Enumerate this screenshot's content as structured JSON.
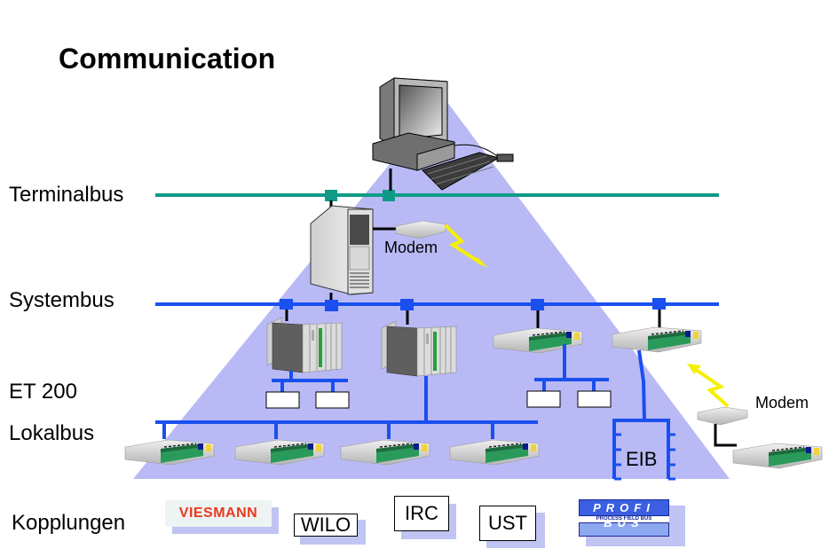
{
  "title": "Communication",
  "bus_labels": {
    "terminal": "Terminalbus",
    "system": "Systembus",
    "et200": "ET 200",
    "local": "Lokalbus",
    "couplings": "Kopplungen"
  },
  "device_labels": {
    "modem_top": "Modem",
    "modem_right": "Modem",
    "eib": "EIB"
  },
  "couplings": [
    {
      "name": "viessmann",
      "label": "VIESMANN"
    },
    {
      "name": "wilo",
      "label": "WILO"
    },
    {
      "name": "irc",
      "label": "IRC"
    },
    {
      "name": "ust",
      "label": "UST"
    },
    {
      "name": "profibus",
      "label": "PROFI BUS",
      "sub": "PROCESS FIELD BUS"
    }
  ],
  "colors": {
    "terminal_bus": "#0f9a87",
    "system_bus": "#1a4ff0",
    "pyramid": "#b9baf5",
    "lightning": "#f5f000"
  }
}
